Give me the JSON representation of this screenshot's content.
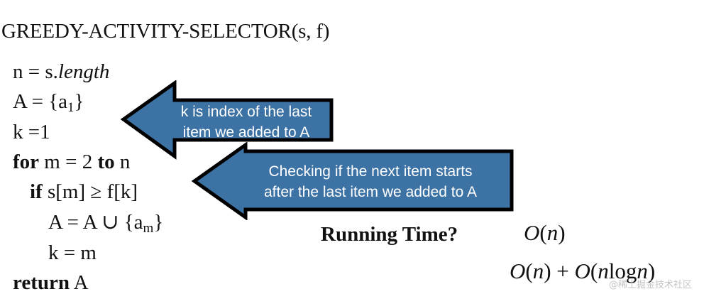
{
  "title": "GREEDY-ACTIVITY-SELECTOR(s, f)",
  "code": {
    "line1": {
      "lhs": "n = s.",
      "rhs": "length"
    },
    "line2": {
      "lhs": "A = {a",
      "sub": "1",
      "rhs": "}"
    },
    "line3": "k =1",
    "line4": {
      "kw1": "for",
      "mid": " m = 2 ",
      "kw2": "to",
      "end": " n"
    },
    "line5": {
      "kw": "if",
      "rest": " s[m] ≥ f[k]"
    },
    "line6": {
      "lhs": "A = A ∪ {a",
      "sub": "m",
      "rhs": "}"
    },
    "line7": "k = m",
    "line8": {
      "kw": "return",
      "rest": " A"
    }
  },
  "callouts": {
    "top": {
      "line1": "k is index of the last",
      "line2": "item we added to A"
    },
    "bottom": {
      "line1": "Checking if the next item starts",
      "line2": "after the last item we added to A"
    }
  },
  "running_time": {
    "label": "Running Time?",
    "answer1": {
      "O": "O",
      "open": "(",
      "n": "n",
      "close": ")"
    },
    "answer2": {
      "O1": "O",
      "o1": "(",
      "n1": "n",
      "c1": ")",
      "plus": " + ",
      "O2": "O",
      "o2": "(",
      "n2": "n",
      "log": "log",
      "n3": "n",
      "c2": ")"
    }
  },
  "watermark": "@稀土掘金技术社区",
  "colors": {
    "callout_fill": "#3d72a4",
    "callout_border": "#000000"
  }
}
